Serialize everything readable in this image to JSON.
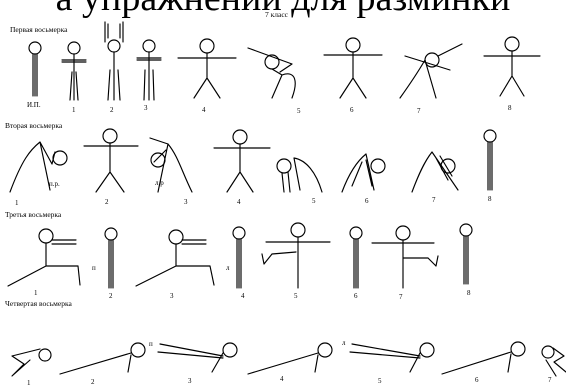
{
  "header_fragment": "а упражнений для разминки",
  "grade": "7 класс",
  "sections": [
    {
      "title": "Первая восьмерка",
      "labels": [
        "И.П.",
        "1",
        "2",
        "3",
        "4",
        "5",
        "6",
        "7",
        "8"
      ]
    },
    {
      "title": "Вторая восьмерка",
      "labels": [
        "1",
        "2",
        "3",
        "4",
        "5",
        "6",
        "7",
        "8"
      ],
      "notes": [
        "п.р.",
        "л.р"
      ]
    },
    {
      "title": "Третья восьмерка",
      "labels": [
        "1",
        "2",
        "3",
        "4",
        "5",
        "6",
        "7",
        "8"
      ],
      "notes": [
        "п",
        "л"
      ]
    },
    {
      "title": "Четвертая восьмерка",
      "labels": [
        "1",
        "2",
        "3",
        "4",
        "5",
        "6",
        "7"
      ],
      "notes": [
        "п",
        "л"
      ]
    }
  ]
}
